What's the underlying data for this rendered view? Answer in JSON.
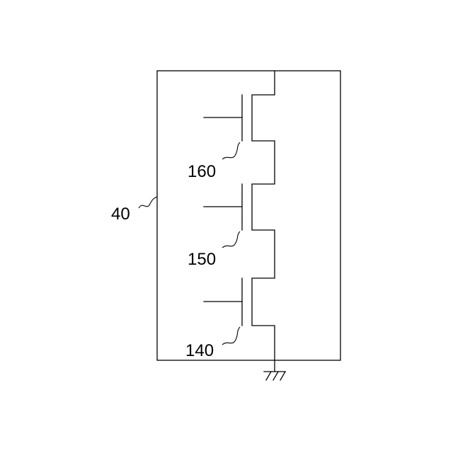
{
  "diagram": {
    "module_label": "40",
    "transistors": [
      {
        "label": "160"
      },
      {
        "label": "150"
      },
      {
        "label": "140"
      }
    ],
    "colors": {
      "stroke": "#000000",
      "background": "#ffffff"
    },
    "ground_symbol": "ground-icon"
  }
}
